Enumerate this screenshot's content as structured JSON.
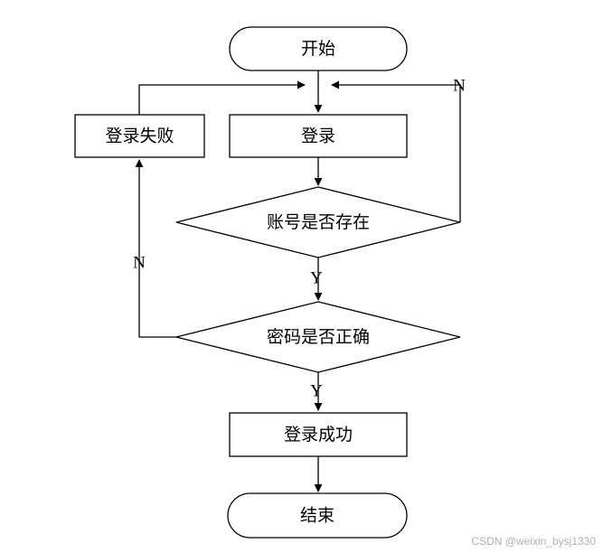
{
  "nodes": {
    "start": "开始",
    "login": "登录",
    "login_failed": "登录失败",
    "account_exists": "账号是否存在",
    "password_correct": "密码是否正确",
    "login_success": "登录成功",
    "end": "结束"
  },
  "edges": {
    "account_no": "N",
    "account_yes": "Y",
    "password_no": "N",
    "password_yes": "Y"
  },
  "watermark": "CSDN @weixin_bysj1330"
}
